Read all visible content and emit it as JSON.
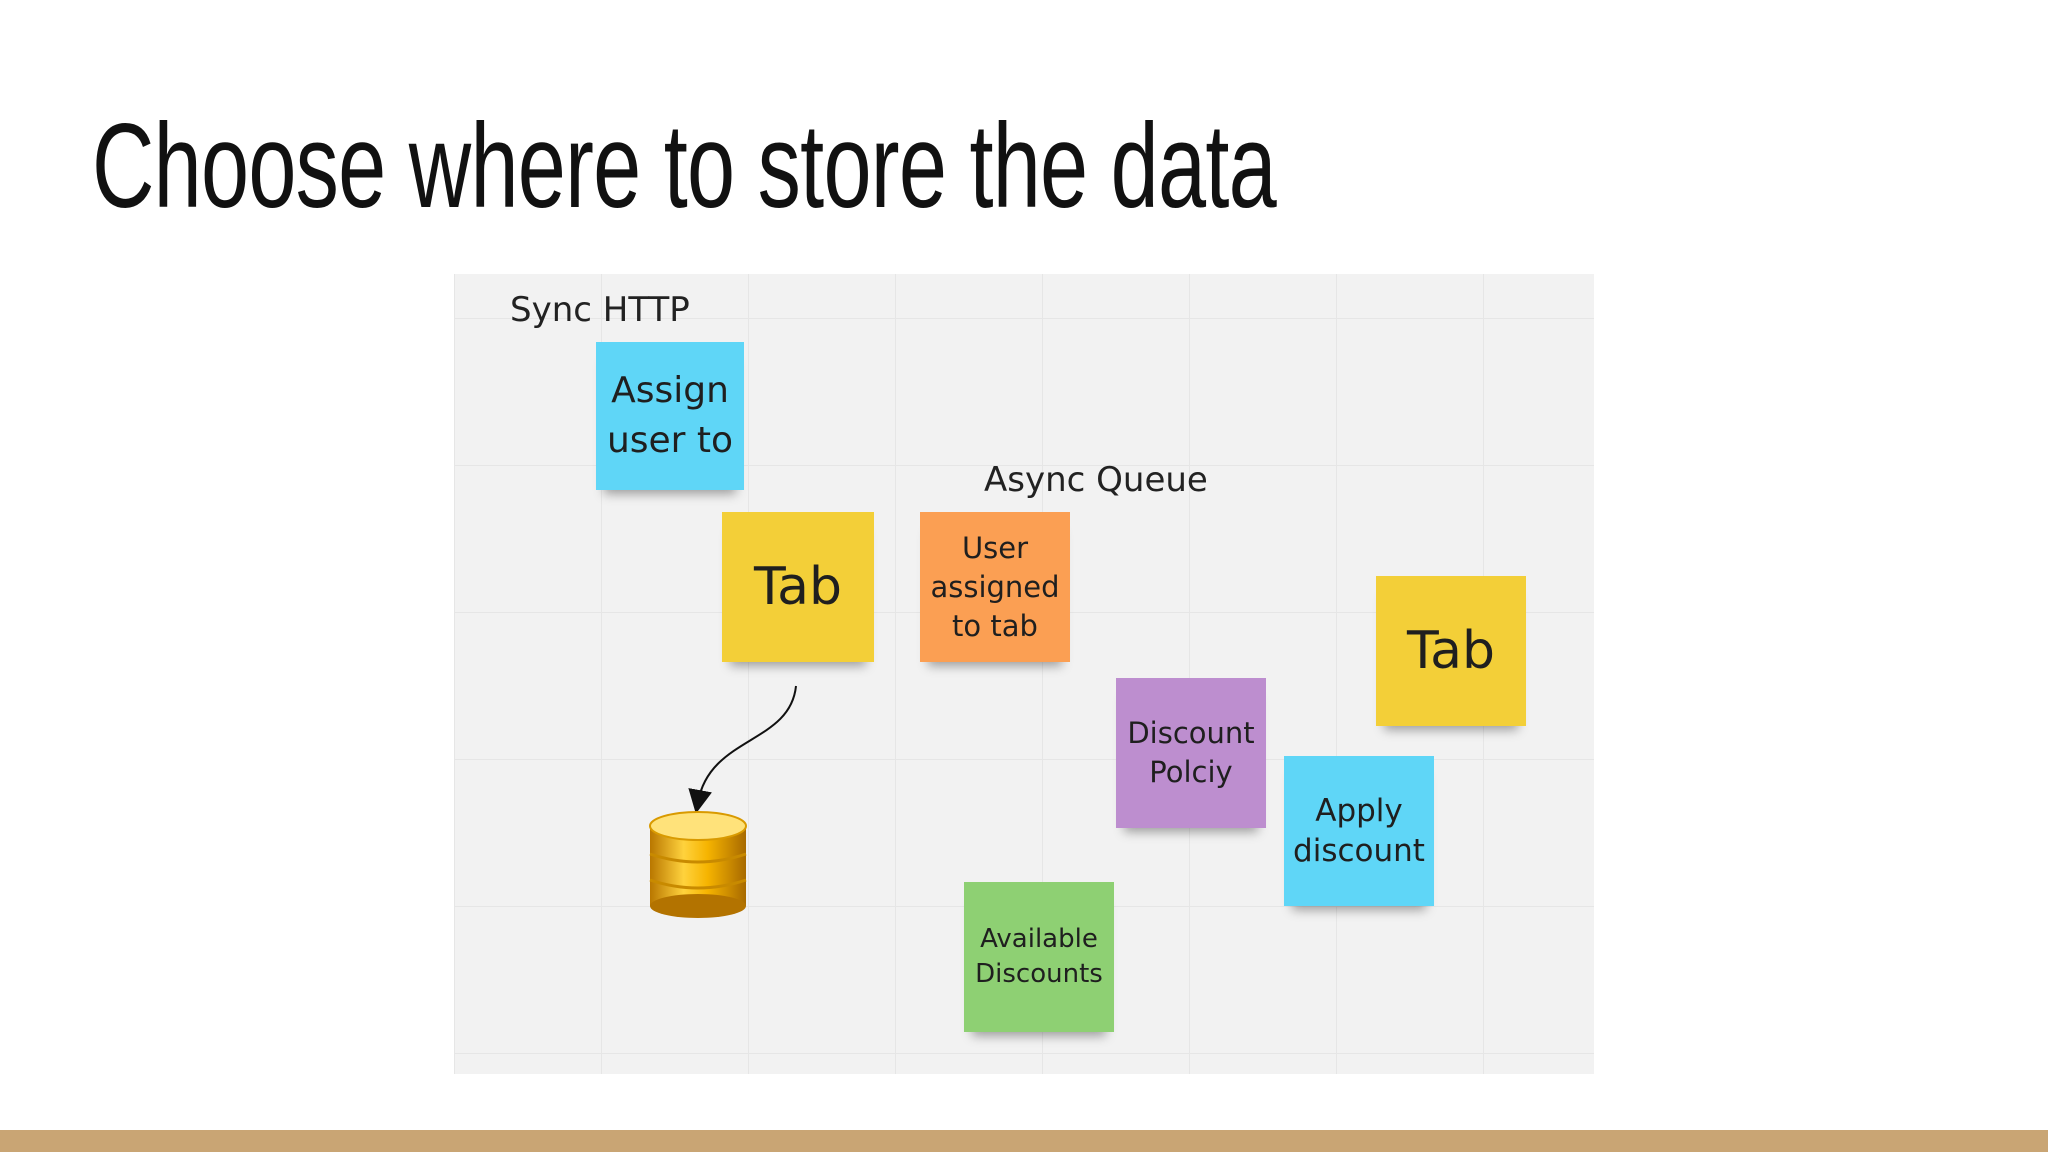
{
  "slide": {
    "title": "Choose where to store the data"
  },
  "board": {
    "sync_label": "Sync HTTP",
    "async_label": "Async Queue",
    "notes": {
      "assign_user": "Assign user to",
      "tab_sync": "Tab",
      "user_assigned": "User assigned to tab",
      "tab_async": "Tab",
      "discount_policy": "Discount Polciy",
      "apply_discount": "Apply discount",
      "available_discounts": "Available Discounts"
    },
    "colors": {
      "blue": "#5fd6f7",
      "yellow": "#f3cf38",
      "orange": "#fb9f53",
      "purple": "#bd8ecf",
      "green": "#8ed073",
      "board": "#f2f2f2",
      "database": "#f0b400"
    },
    "icons": [
      "database-icon",
      "curved-arrow"
    ]
  },
  "footer": {
    "bar_color": "#c9a574"
  }
}
